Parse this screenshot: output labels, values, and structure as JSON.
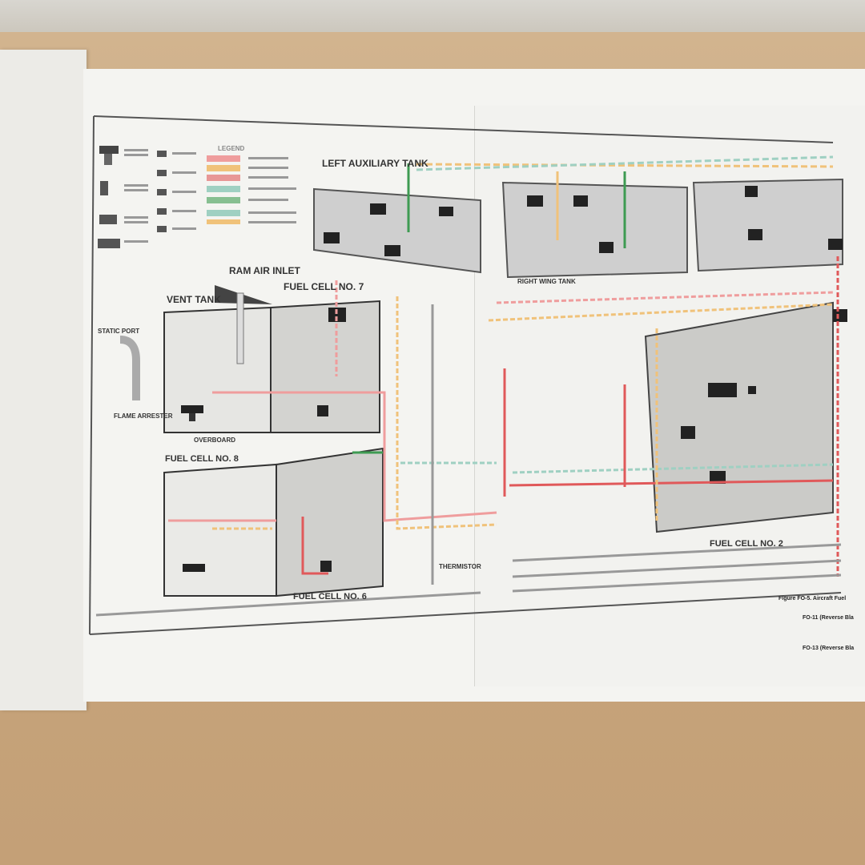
{
  "labels": {
    "left_aux_tank": "LEFT AUXILIARY TANK",
    "ram_air_inlet": "RAM AIR INLET",
    "vent_tank": "VENT TANK",
    "fuel_cell_7": "FUEL CELL NO. 7",
    "fuel_cell_8": "FUEL CELL NO. 8",
    "fuel_cell_6": "FUEL CELL NO. 6",
    "fuel_cell_2": "FUEL CELL NO. 2",
    "right_wing_tank": "RIGHT WING TANK",
    "legend_title": "LEGEND",
    "static_port": "STATIC PORT",
    "flame_arrester": "FLAME ARRESTER",
    "overboard": "OVERBOARD",
    "thermistor": "THERMISTOR"
  },
  "figure": {
    "caption": "Figure FO-5. Aircraft Fuel",
    "page1": "FO-11 (Reverse Bla",
    "page2": "FO-13 (Reverse Bla"
  },
  "colors": {
    "pink": "#ef9d9d",
    "red": "#e0595a",
    "orange": "#f0c27a",
    "green": "#3e9b52",
    "teal": "#9fd0c2",
    "gray": "#8f8f8f",
    "tankfill": "#cfcfcf"
  }
}
